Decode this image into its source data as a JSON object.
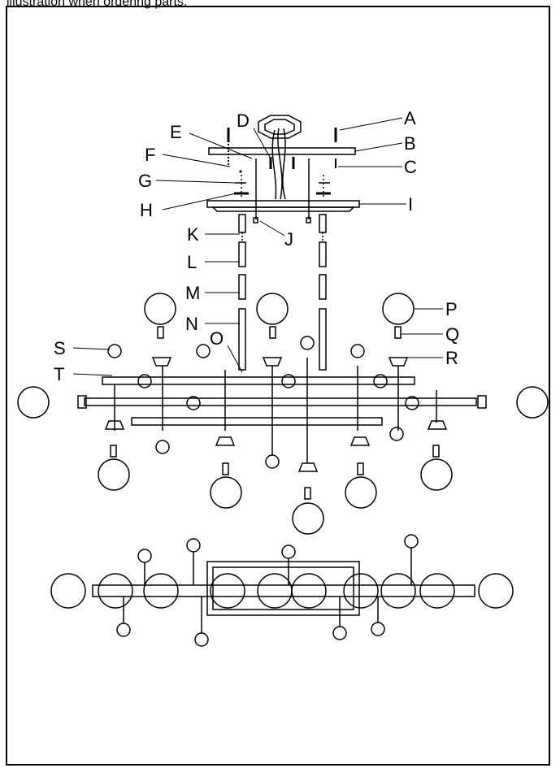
{
  "caption": "illustration when ordering parts.",
  "labels": {
    "A": "A",
    "B": "B",
    "C": "C",
    "D": "D",
    "E": "E",
    "F": "F",
    "G": "G",
    "H": "H",
    "I": "I",
    "J": "J",
    "K": "K",
    "L": "L",
    "M": "M",
    "N": "N",
    "O": "O",
    "P": "P",
    "Q": "Q",
    "R": "R",
    "S": "S",
    "T": "T"
  }
}
